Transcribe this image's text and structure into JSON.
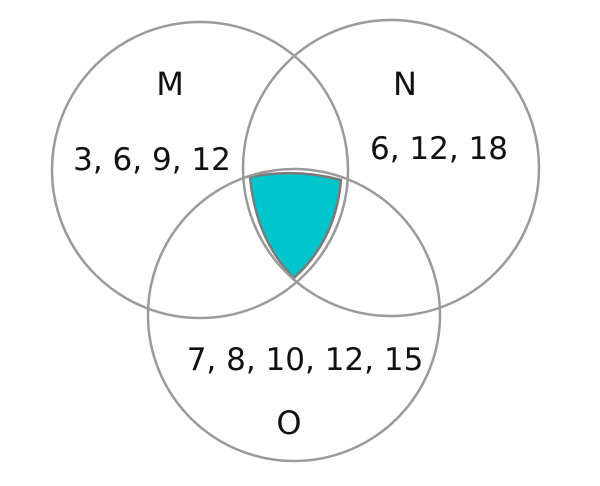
{
  "diagram": {
    "sets": [
      {
        "id": "M",
        "name": "M",
        "elements": "3, 6, 9, 12"
      },
      {
        "id": "N",
        "name": "N",
        "elements": "6, 12, 18"
      },
      {
        "id": "O",
        "name": "O",
        "elements": "7, 8, 10, 12, 15"
      }
    ],
    "highlighted_region": "M ∩ N ∩ O",
    "colors": {
      "highlight": "#00c4cc",
      "circle_stroke": "#9a9a9a",
      "text": "#111111",
      "background": "#ffffff"
    }
  }
}
